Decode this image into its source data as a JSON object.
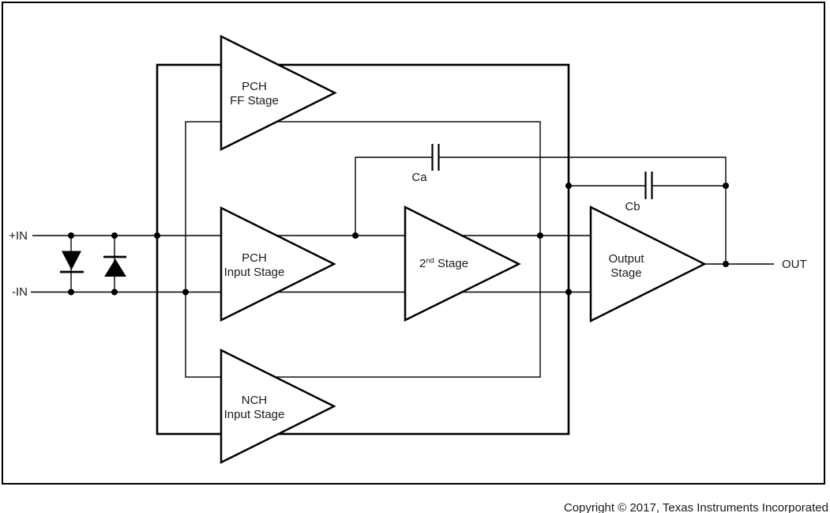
{
  "diagram": {
    "type": "op-amp simplified block diagram",
    "colors": {
      "background": "#ffffff",
      "line": "#000000",
      "text": "#1a1a1a"
    },
    "ports": {
      "in_plus": "+IN",
      "in_minus": "-IN",
      "out": "OUT"
    },
    "capacitors": {
      "ca": "Ca",
      "cb": "Cb"
    },
    "blocks": {
      "ff_stage": {
        "line1": "PCH",
        "line2": "FF Stage"
      },
      "pch_input_stage": {
        "line1": "PCH",
        "line2": "Input Stage"
      },
      "nch_input_stage": {
        "line1": "NCH",
        "line2": "Input Stage"
      },
      "second_stage": {
        "base": "2",
        "sup": "nd",
        "rest": "Stage"
      },
      "output_stage": {
        "line1": "Output",
        "line2": "Stage"
      }
    },
    "footer": {
      "copyright": "Copyright © 2017, Texas Instruments Incorporated"
    }
  }
}
